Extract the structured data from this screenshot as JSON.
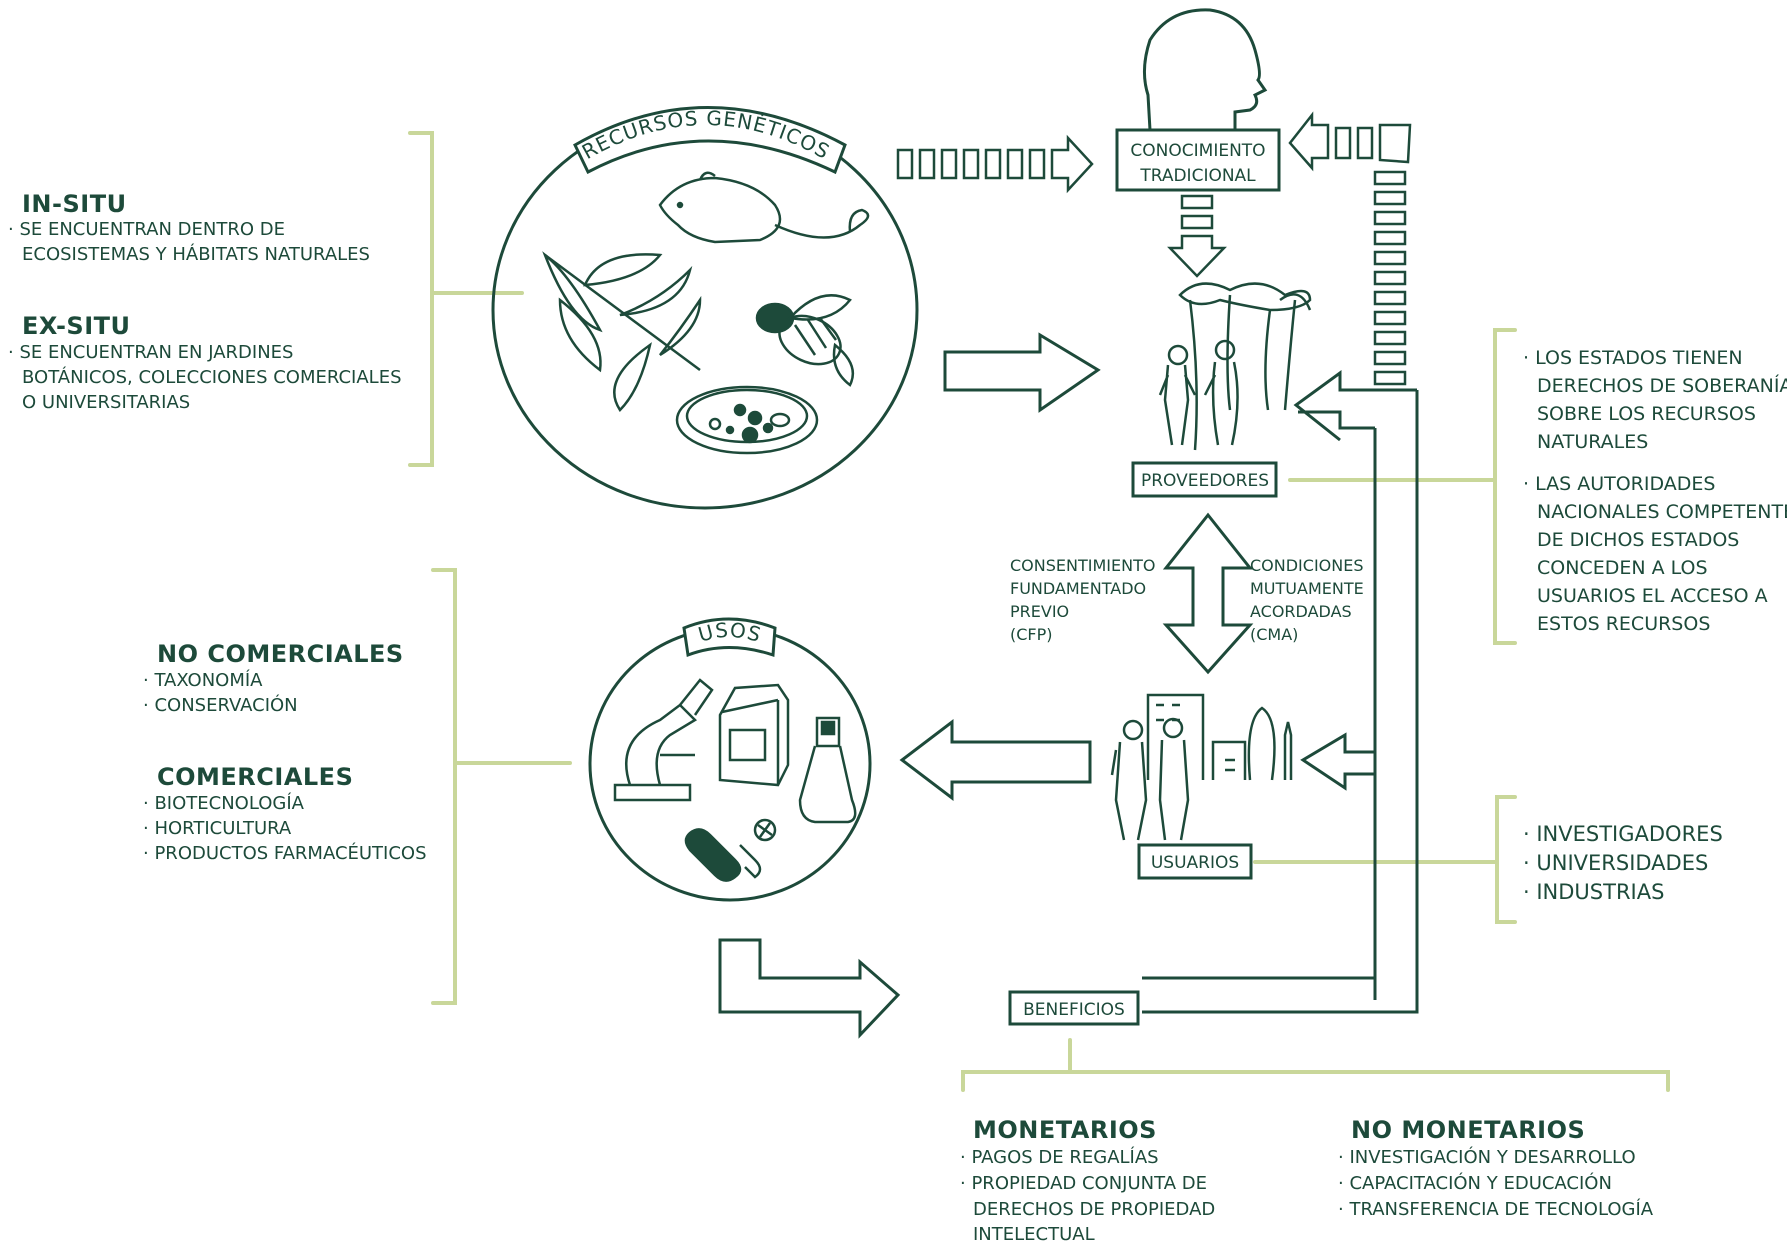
{
  "recursos": {
    "badge": "RECURSOS GENÉTICOS",
    "insitu": {
      "title": "IN-SITU",
      "items": [
        "SE ENCUENTRAN DENTRO DE",
        "ECOSISTEMAS Y HÁBITATS NATURALES"
      ]
    },
    "exsitu": {
      "title": "EX-SITU",
      "items": [
        "SE ENCUENTRAN EN JARDINES",
        "BOTÁNICOS, COLECCIONES COMERCIALES",
        "O UNIVERSITARIAS"
      ]
    }
  },
  "conocimiento": {
    "line1": "CONOCIMIENTO",
    "line2": "TRADICIONAL"
  },
  "proveedores": {
    "label": "PROVEEDORES"
  },
  "usuarios": {
    "label": "USUARIOS"
  },
  "usos": {
    "badge": "USOS",
    "no_comerciales": {
      "title": "NO COMERCIALES",
      "items": [
        "TAXONOMÍA",
        "CONSERVACIÓN"
      ]
    },
    "comerciales": {
      "title": "COMERCIALES",
      "items": [
        "BIOTECNOLOGÍA",
        "HORTICULTURA",
        "PRODUCTOS FARMACÉUTICOS"
      ]
    }
  },
  "cfp": [
    "CONSENTIMIENTO",
    "FUNDAMENTADO",
    "PREVIO",
    "(CFP)"
  ],
  "cma": [
    "CONDICIONES",
    "MUTUAMENTE",
    "ACORDADAS",
    "(CMA)"
  ],
  "estados": {
    "item1": [
      "LOS ESTADOS TIENEN",
      "DERECHOS DE SOBERANÍA",
      "SOBRE LOS RECURSOS",
      "NATURALES"
    ],
    "item2": [
      "LAS AUTORIDADES",
      "NACIONALES COMPETENTES",
      "DE DICHOS ESTADOS",
      "CONCEDEN A LOS",
      "USUARIOS EL ACCESO A",
      "ESTOS RECURSOS"
    ]
  },
  "tipos_usuarios": [
    "INVESTIGADORES",
    "UNIVERSIDADES",
    "INDUSTRIAS"
  ],
  "beneficios": {
    "label": "BENEFICIOS",
    "monetarios": {
      "title": "MONETARIOS",
      "items": [
        "PAGOS DE REGALÍAS",
        "PROPIEDAD CONJUNTA DE",
        "DERECHOS DE PROPIEDAD",
        "INTELECTUAL"
      ]
    },
    "no_monetarios": {
      "title": "NO MONETARIOS",
      "items": [
        "INVESTIGACIÓN Y DESARROLLO",
        "CAPACITACIÓN Y EDUCACIÓN",
        "TRANSFERENCIA DE TECNOLOGÍA"
      ]
    }
  },
  "colors": {
    "ink": "#1d4a3a",
    "accent": "#c9d79a"
  }
}
